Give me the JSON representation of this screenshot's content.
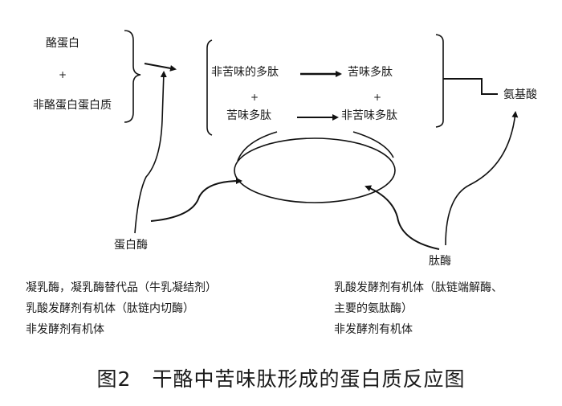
{
  "inputs": {
    "casein": "酪蛋白",
    "plus": "+",
    "non_casein": "非酪蛋白蛋白质"
  },
  "reaction": {
    "row1_left": "非苦味的多肽",
    "row1_right": "苦味多肽",
    "plus_left": "+",
    "plus_right": "+",
    "row2_left": "苦味多肽",
    "row2_right": "非苦味多肽"
  },
  "product": "氨基酸",
  "enzymes": {
    "protease": "蛋白酶",
    "peptidase": "肽酶"
  },
  "sources_left": [
    "凝乳酶，凝乳酶替代品（牛乳凝结剂）",
    "乳酸发酵剂有机体（肽链内切酶）",
    "非发酵剂有机体"
  ],
  "sources_right": [
    "乳酸发酵剂有机体（肽链端解酶、",
    "主要的氨肽酶）",
    "非发酵剂有机体"
  ],
  "caption": "图2　干酪中苦味肽形成的蛋白质反应图"
}
